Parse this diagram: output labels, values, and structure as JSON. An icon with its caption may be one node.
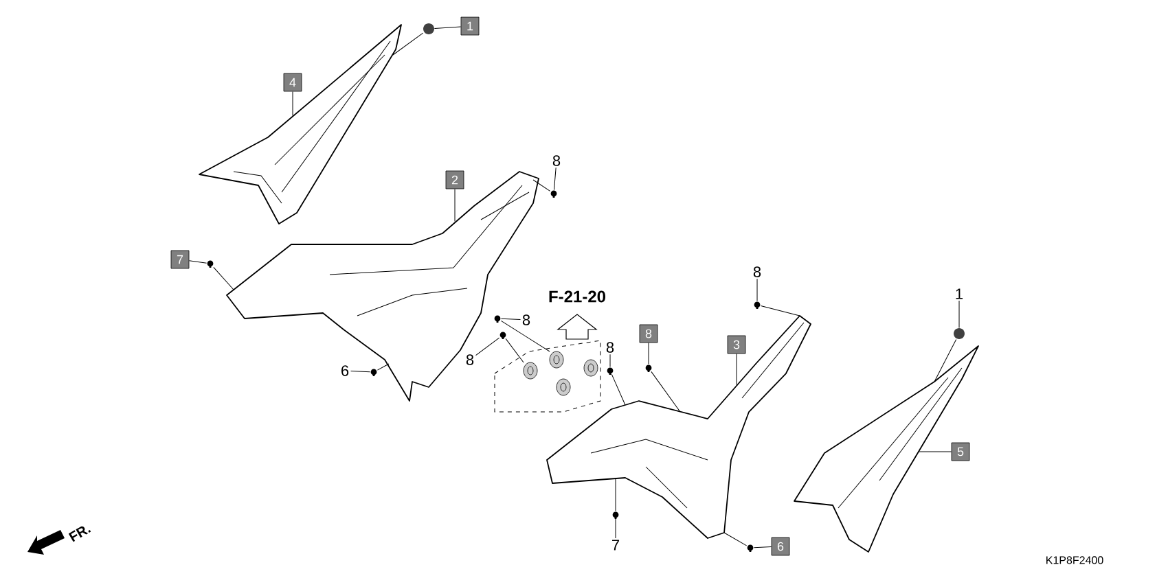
{
  "diagram": {
    "nodes": [
      {
        "text": [
          "1"
        ]
      },
      {
        "text": [],
        "shape": "circle"
      },
      {
        "text": [
          "4"
        ]
      },
      {
        "text": [],
        "shape": "picture"
      },
      {
        "text": [
          "2"
        ]
      },
      {
        "text": [],
        "shape": "picture"
      },
      {
        "text": [
          "8"
        ]
      },
      {
        "text": [],
        "shape": "picture"
      },
      {
        "text": [
          "7"
        ]
      },
      {
        "text": [],
        "shape": "picture"
      },
      {
        "text": [
          "8"
        ]
      },
      {
        "text": [],
        "shape": "picture"
      },
      {
        "text": [
          "8"
        ]
      },
      {
        "text": [],
        "shape": "picture"
      },
      {
        "text": [
          "6"
        ]
      },
      {
        "text": [],
        "shape": "picture"
      },
      {
        "text": [
          "8"
        ]
      },
      {
        "text": [],
        "shape": "picture"
      },
      {
        "text": [
          "8"
        ]
      },
      {
        "text": [],
        "shape": "picture"
      },
      {
        "text": [
          "3"
        ]
      },
      {
        "text": [],
        "shape": "picture"
      },
      {
        "text": [
          "8"
        ]
      },
      {
        "text": [],
        "shape": "picture"
      },
      {
        "text": [
          "1"
        ]
      },
      {
        "text": [],
        "shape": "circle"
      },
      {
        "text": [
          "5"
        ]
      },
      {
        "text": [],
        "shape": "picture"
      },
      {
        "text": [
          "6"
        ]
      },
      {
        "text": [],
        "shape": "picture"
      },
      {
        "text": [
          "7"
        ]
      },
      {
        "text": [],
        "shape": "picture"
      },
      {
        "text": [],
        "shape": "picture"
      }
    ],
    "edges": [
      {
        "from": 0,
        "to": 1,
        "arrow": "none"
      },
      {
        "from": 2,
        "to": 3,
        "arrow": "none"
      },
      {
        "from": 4,
        "to": 5,
        "arrow": "none"
      },
      {
        "from": 6,
        "to": 7,
        "arrow": "none"
      },
      {
        "from": 8,
        "to": 9,
        "arrow": "none"
      },
      {
        "from": 10,
        "to": 11,
        "arrow": "none"
      },
      {
        "from": 12,
        "to": 13,
        "arrow": "none"
      },
      {
        "from": 14,
        "to": 15,
        "arrow": "none"
      },
      {
        "from": 16,
        "to": 17,
        "arrow": "none"
      },
      {
        "from": 18,
        "to": 19,
        "arrow": "none"
      },
      {
        "from": 20,
        "to": 21,
        "arrow": "none"
      },
      {
        "from": 22,
        "to": 23,
        "arrow": "none"
      },
      {
        "from": 24,
        "to": 25,
        "arrow": "none"
      },
      {
        "from": 26,
        "to": 27,
        "arrow": "none"
      },
      {
        "from": 28,
        "to": 29,
        "arrow": "none"
      },
      {
        "from": 30,
        "to": 31,
        "arrow": "none"
      },
      {
        "from": 1,
        "to": 3,
        "arrow": "none"
      },
      {
        "from": 7,
        "to": 5,
        "arrow": "none"
      },
      {
        "from": 9,
        "to": 5,
        "arrow": "none"
      },
      {
        "from": 15,
        "to": 5,
        "arrow": "none"
      },
      {
        "from": 11,
        "to": 32,
        "arrow": "none"
      },
      {
        "from": 13,
        "to": 32,
        "arrow": "none"
      },
      {
        "from": 17,
        "to": 21,
        "arrow": "none"
      },
      {
        "from": 19,
        "to": 21,
        "arrow": "none"
      },
      {
        "from": 23,
        "to": 21,
        "arrow": "none"
      },
      {
        "from": 29,
        "to": 21,
        "arrow": "none"
      },
      {
        "from": 31,
        "to": 21,
        "arrow": "none"
      },
      {
        "from": 25,
        "to": 27,
        "arrow": "none"
      }
    ],
    "labels": [
      "F-21-20",
      "FR.",
      "K1P8F2400"
    ]
  }
}
